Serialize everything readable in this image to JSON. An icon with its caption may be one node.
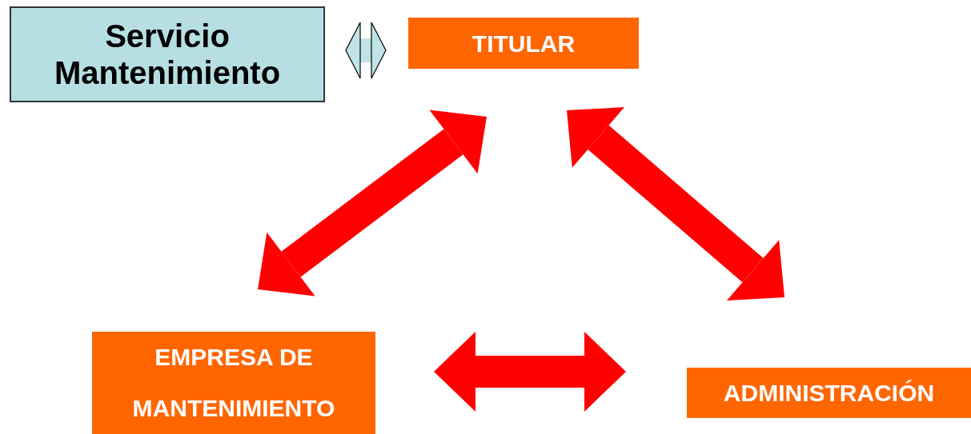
{
  "diagram": {
    "nodes": [
      {
        "text": [
          "Servicio Mantenimiento"
        ]
      },
      {
        "text": [
          "TITULAR"
        ]
      },
      {
        "text": [
          "EMPRESA DE MANTENIMIENTO"
        ]
      },
      {
        "text": [
          "ADMINISTRACIÓN"
        ]
      }
    ],
    "edges": [
      {
        "from": 0,
        "to": 1,
        "arrow": "both",
        "color": "#bfe3e6"
      },
      {
        "from": 1,
        "to": 2,
        "arrow": "both"
      },
      {
        "from": 1,
        "to": 3,
        "arrow": "both"
      },
      {
        "from": 2,
        "to": 3,
        "arrow": "both"
      }
    ]
  }
}
